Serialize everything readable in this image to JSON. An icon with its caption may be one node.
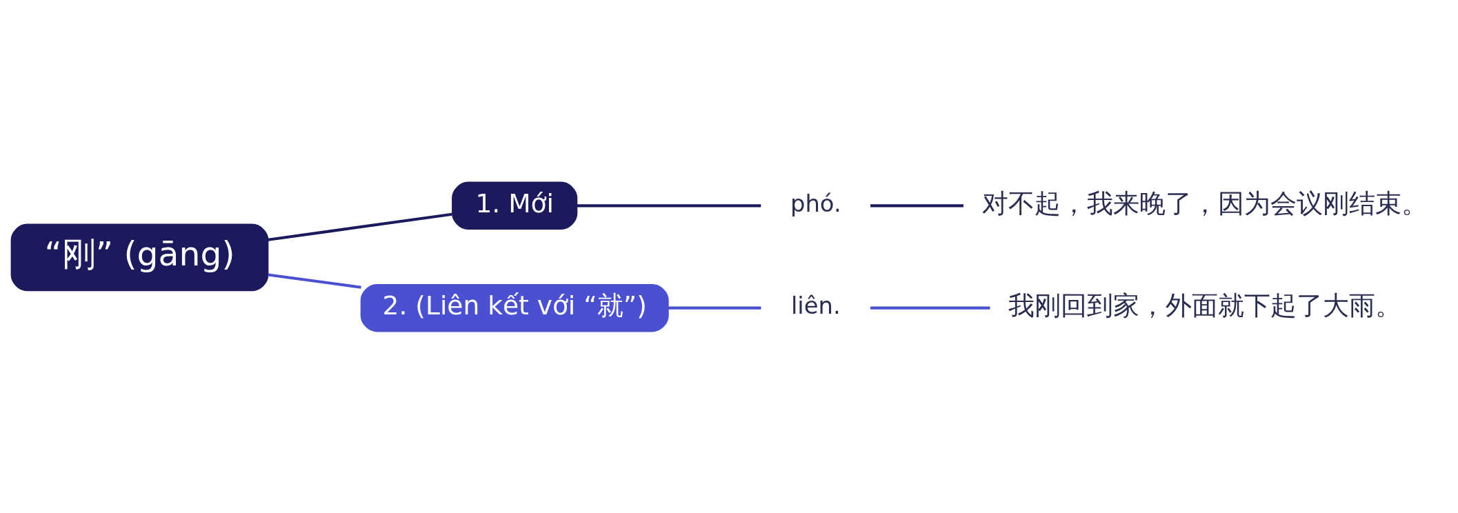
{
  "diagram": {
    "nodes": [
      {
        "text": [
          "“刚” (gāng)"
        ]
      },
      {
        "text": [
          "1. Mới"
        ]
      },
      {
        "text": [
          "2. (Liên kết với “就”)"
        ]
      },
      {
        "text": [
          "phó."
        ]
      },
      {
        "text": [
          "对不起，我来晚了，因为会议刚结束。"
        ]
      },
      {
        "text": [
          "liên."
        ]
      },
      {
        "text": [
          "我刚回到家，外面就下起了大雨。"
        ]
      }
    ],
    "edges": [
      {
        "from": 0,
        "to": 1,
        "arrow": "none"
      },
      {
        "from": 0,
        "to": 2,
        "arrow": "none",
        "color": "#4b50d0"
      },
      {
        "from": 1,
        "to": 3,
        "arrow": "none"
      },
      {
        "from": 3,
        "to": 4,
        "arrow": "none"
      },
      {
        "from": 2,
        "to": 5,
        "arrow": "none",
        "color": "#4b50d0"
      },
      {
        "from": 5,
        "to": 6,
        "arrow": "none",
        "color": "#4b50d0"
      }
    ]
  }
}
